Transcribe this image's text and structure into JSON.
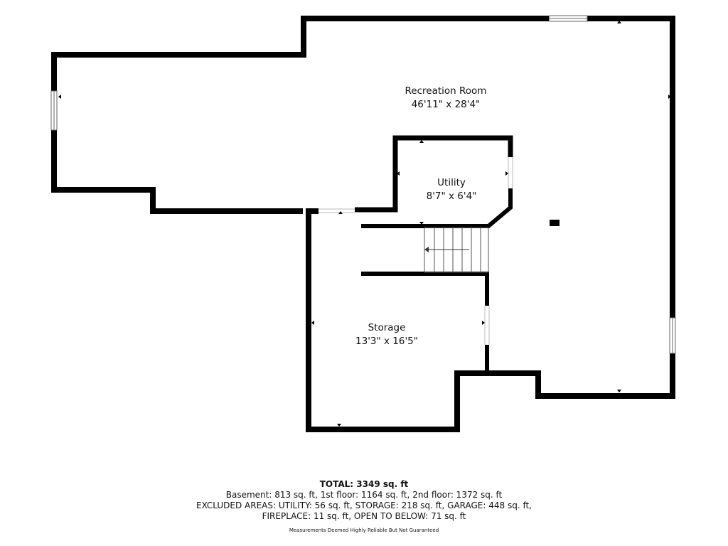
{
  "rooms": {
    "recreation": {
      "name": "Recreation Room",
      "dims": "46'11\" x 28'4\""
    },
    "utility": {
      "name": "Utility",
      "dims": "8'7\" x 6'4\""
    },
    "storage": {
      "name": "Storage",
      "dims": "13'3\" x 16'5\""
    }
  },
  "footer": {
    "total": "TOTAL: 3349 sq. ft",
    "line1": "Basement: 813 sq. ft, 1st floor: 1164 sq. ft, 2nd floor: 1372 sq. ft",
    "line2": "EXCLUDED AREAS: UTILITY: 56 sq. ft, STORAGE: 218 sq. ft, GARAGE: 448 sq. ft,",
    "line3": "FIREPLACE: 11 sq. ft, OPEN TO BELOW: 71 sq. ft",
    "disclaimer": "Measurements Deemed Highly Reliable But Not Guaranteed"
  },
  "colors": {
    "wall": "#000000",
    "background": "#ffffff",
    "opening": "#cccccc"
  }
}
